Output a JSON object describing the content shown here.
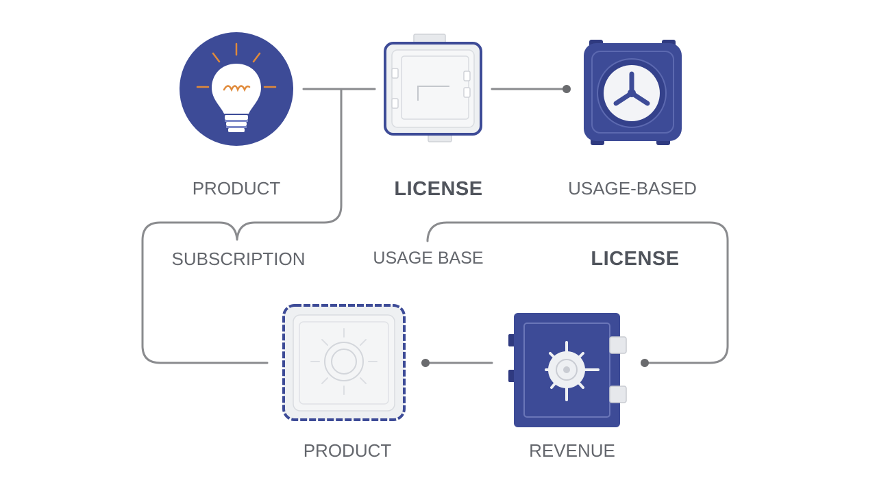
{
  "labels": {
    "product_top": "PRODUCT",
    "license_top": "LICENSE",
    "usage_based": "USAGE-BASED",
    "subscription": "SUBSCRIPTION",
    "usage_base_mid": "USAGE BASE",
    "license_mid": "LICENSE",
    "product_bottom": "PRODUCT",
    "revenue": "REVENUE"
  },
  "icons": {
    "top_left": "lightbulb-icon",
    "top_middle": "license-box-icon",
    "top_right": "vault-dial-icon",
    "bottom_left": "product-box-icon",
    "bottom_right": "safe-icon"
  },
  "colors": {
    "accent": "#3d4b97",
    "accent_dark": "#2f3a80",
    "connector": "#8a8b8e",
    "box_fill": "#eef0f2",
    "bulb_glow": "#e08a3a",
    "label": "#5f6268"
  }
}
